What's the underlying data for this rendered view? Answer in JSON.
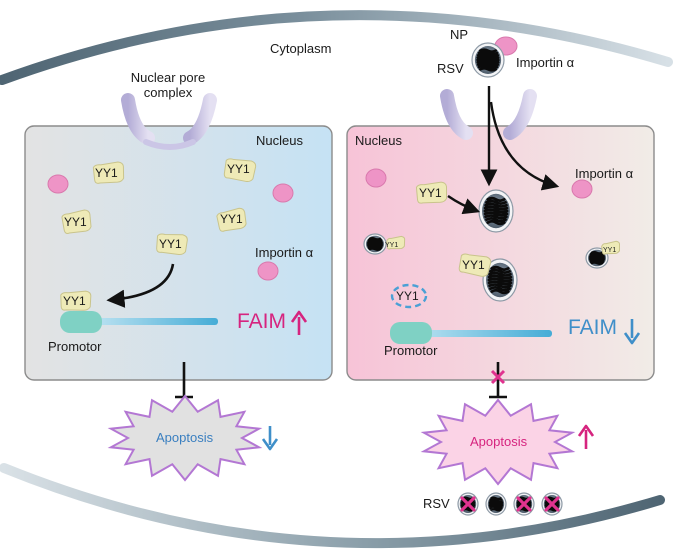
{
  "labels": {
    "cytoplasm": "Cytoplasm",
    "nuclear_pore_complex": "Nuclear pore complex",
    "np": "NP",
    "rsv_virion": "RSV",
    "importin_top": "Importin α",
    "nucleus_left": "Nucleus",
    "nucleus_right": "Nucleus",
    "importin_left": "Importin α",
    "importin_right": "Importin α",
    "promotor_left": "Promotor",
    "promotor_right": "Promotor",
    "faim_left": "FAIM",
    "faim_right": "FAIM",
    "apoptosis_left": "Apoptosis",
    "apoptosis_right": "Apoptosis",
    "rsv_bottom": "RSV",
    "yy1": "YY1"
  },
  "arrows": {
    "faim_left": "up",
    "faim_right": "down",
    "apoptosis_left": "down",
    "apoptosis_right": "up"
  },
  "colors": {
    "membrane": "#5e7584",
    "left_nucleus_gradient": [
      "#e2e2e2",
      "#c7e3f4"
    ],
    "right_nucleus_gradient": [
      "#f6c5d8",
      "#f1ebe6"
    ],
    "importin": "#ee94c6",
    "yy1": "#eeeab7",
    "promotor": "#7fd1c4",
    "dna": "#5cb9dc",
    "faim_up": "#d6247f",
    "faim_down": "#3f8fc9",
    "burst_fill_left": "#e0e0e0",
    "burst_fill_right": "#fbd4e6",
    "burst_stroke": "#b377d3",
    "inhibit_x": "#e0338f"
  }
}
